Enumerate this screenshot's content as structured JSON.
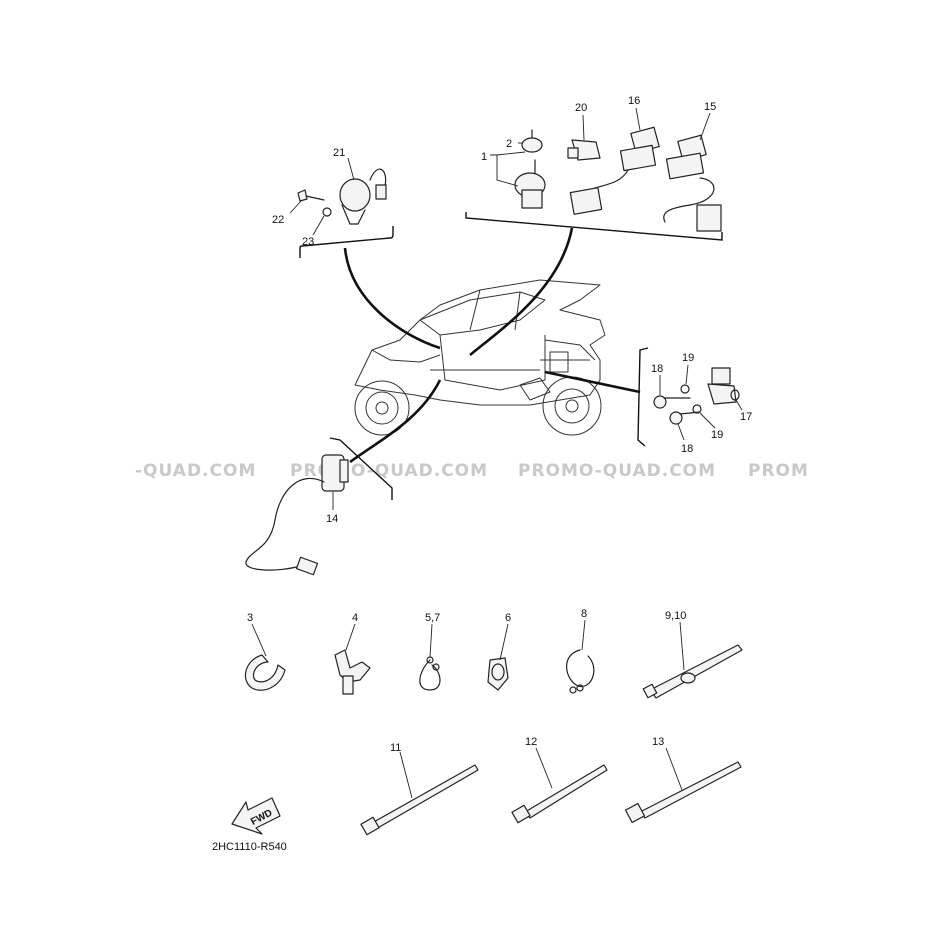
{
  "watermarks": [
    "-QUAD.COM",
    "PROMO-QUAD.COM",
    "PROMO-QUAD.COM",
    "PROM"
  ],
  "labels": {
    "p1": "1",
    "p2": "2",
    "p3": "3",
    "p4": "4",
    "p57": "5,7",
    "p6": "6",
    "p8": "8",
    "p910": "9,10",
    "p11": "11",
    "p12": "12",
    "p13": "13",
    "p14": "14",
    "p15": "15",
    "p16": "16",
    "p17": "17",
    "p18a": "18",
    "p18b": "18",
    "p19a": "19",
    "p19b": "19",
    "p20": "20",
    "p21": "21",
    "p22": "22",
    "p23": "23"
  },
  "fwd_label": "FWD",
  "diagram_code": "2HC1110-R540",
  "colors": {
    "ink": "#111111",
    "watermark": "#c9c9c9",
    "background": "#ffffff"
  }
}
